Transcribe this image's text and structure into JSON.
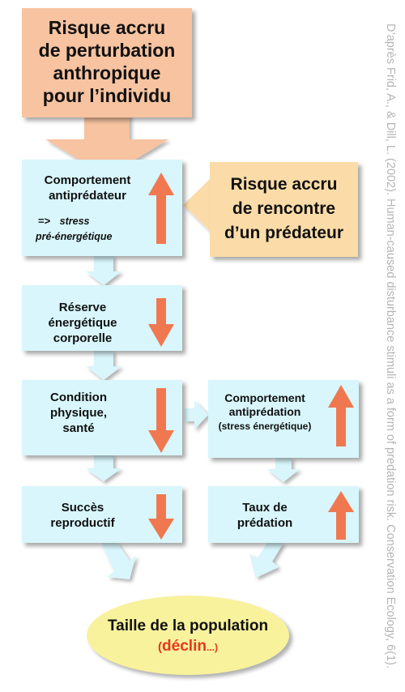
{
  "top_risk": {
    "lines": [
      "Risque accru",
      "de perturbation",
      "anthropique",
      "pour l’individu"
    ]
  },
  "predator_risk": {
    "lines": [
      "Risque accru",
      "de rencontre",
      "d’un  prédateur"
    ]
  },
  "antipredator_behavior": {
    "title_lines": [
      "Comportement",
      "antiprédateur"
    ],
    "arrow_text": "=>",
    "stress_lines": [
      "stress",
      "pré-énergétique"
    ]
  },
  "energy_reserve": {
    "lines": [
      "Réserve",
      "énergétique",
      "corporelle"
    ]
  },
  "condition": {
    "lines": [
      "Condition",
      "physique,",
      "santé"
    ]
  },
  "antipredation_behavior": {
    "lines": [
      "Comportement",
      "antiprédation",
      "(stress énergétique)"
    ]
  },
  "reproductive_success": {
    "lines": [
      "Succès",
      "reproductif"
    ]
  },
  "predation_rate": {
    "lines": [
      "Taux de",
      "prédation"
    ]
  },
  "population": {
    "title": "Taille de la population",
    "open_paren": "(",
    "decline": "déclin",
    "ellipsis": "...)"
  },
  "credit": "D’après Frid, A., & Dill, L. (2002). Human-caused disturbance stimuli as a form of predation risk. Conservation Ecology, 6(1).",
  "colors": {
    "salmon_box": "#f7c3a0",
    "peach_box": "#fbdca8",
    "cyan_box": "#d8f6fb",
    "orange_arrow": "#f07850",
    "cyan_connector": "#d8f6fb",
    "yellow_ellipse": "#f8f29c",
    "red_text": "#e8361e",
    "credit_gray": "#b4b4b4"
  }
}
